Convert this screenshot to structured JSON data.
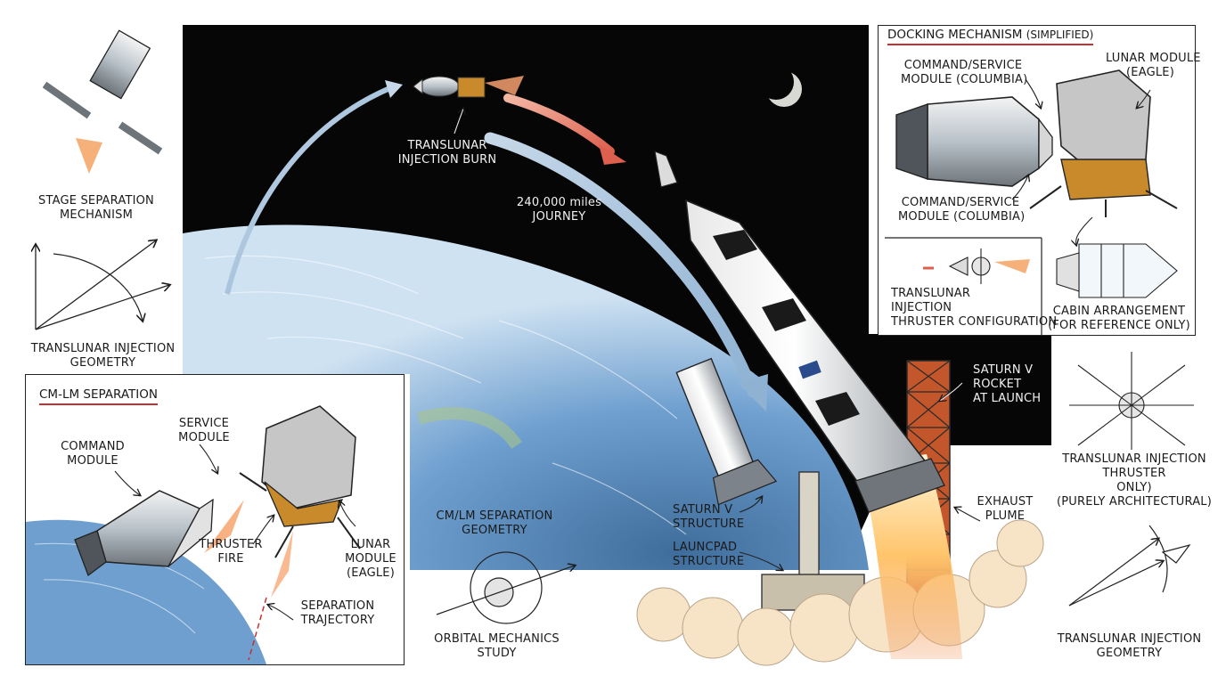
{
  "colors": {
    "space": "#060606",
    "earth_blue": "#6e9fcf",
    "arrow_blue": "#a9c4de",
    "arrow_red": "#e07a6a",
    "accent_red": "#c62f2f",
    "pad_orange": "#c3562a",
    "ink": "#1a1a1a"
  },
  "labels": {
    "stage_sep": [
      "STAGE SEPARATION",
      "MECHANISM"
    ],
    "tli_geometry_left": [
      "TRANSLUNAR INJECTION",
      "GEOMETRY"
    ],
    "tli_burn": [
      "TRANSLUNAR",
      "INJECTION BURN"
    ],
    "journey": [
      "240,000 miles",
      "JOURNEY"
    ],
    "cmlm_geometry": [
      "CM/LM SEPARATION",
      "GEOMETRY"
    ],
    "orbital_study": [
      "ORBITAL MECHANICS",
      "STUDY"
    ],
    "saturn_structure": [
      "SATURN V",
      "STRUCTURE"
    ],
    "launchpad_structure": [
      "LAUNCPAD",
      "STRUCTURE"
    ],
    "exhaust_plume": [
      "EXHAUST",
      "PLUME"
    ],
    "saturn_at_launch": [
      "SATURN V",
      "ROCKET",
      "AT LAUNCH"
    ],
    "tli_thruster_right": [
      "TRANSLUNAR INJECTION",
      "THRUSTER",
      "ONLY)",
      "(PURELY ARCHITECTURAL)"
    ],
    "tli_geometry_right": [
      "TRANSLUNAR INJECTION",
      "GEOMETRY"
    ]
  },
  "cmlm_panel": {
    "title": "CM-LM SEPARATION",
    "command_module": [
      "COMMAND",
      "MODULE"
    ],
    "service_module": [
      "SERVICE",
      "MODULE"
    ],
    "thruster_fire": [
      "THRUSTER",
      "FIRE"
    ],
    "lunar_module": [
      "LUNAR",
      "MODULE",
      "(EAGLE)"
    ],
    "separation_trajectory": [
      "SEPARATION",
      "TRAJECTORY"
    ]
  },
  "docking_panel": {
    "title": "DOCKING MECHANISM",
    "title_note": "(SIMPLIFIED)",
    "csm_top": [
      "COMMAND/SERVICE",
      "MODULE (COLUMBIA)"
    ],
    "lunar_module": [
      "LUNAR MODULE",
      "(EAGLE)"
    ],
    "csm_bottom": [
      "COMMAND/SERVICE",
      "MODULE (COLUMBIA)"
    ],
    "tli_thruster": [
      "TRANSLUNAR",
      "INJECTION",
      "THRUSTER CONFIGURATION"
    ],
    "cabin": [
      "CABIN ARRANGEMENT",
      "(FOR REFERENCE ONLY)"
    ]
  }
}
